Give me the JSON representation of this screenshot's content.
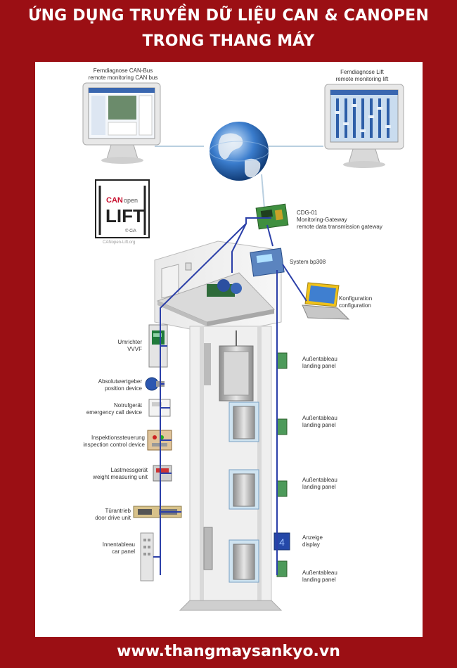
{
  "header": {
    "line1": "ỨNG DỤNG TRUYỀN DỮ LIỆU CAN & CANOPEN",
    "line2": "TRONG THANG MÁY"
  },
  "footer": {
    "url": "www.thangmaysankyo.vn"
  },
  "logo": {
    "can": "CAN",
    "open": "open",
    "lift": "LIFT",
    "badge": "© CiA",
    "site": "CANopen-Lift.org"
  },
  "display_digit": "4",
  "labels": {
    "monitor_left": [
      "Ferndiagnose CAN-Bus",
      "remote monitoring CAN bus"
    ],
    "monitor_right": [
      "Ferndiagnose Lift",
      "remote monitoring lift"
    ],
    "gateway": [
      "CDG-01",
      "Monitoring-Gateway",
      "remote data transmission gateway"
    ],
    "system": [
      "System bp308"
    ],
    "config": [
      "Konfiguration",
      "configuration"
    ],
    "vvvf": [
      "Umrichter",
      "VVVF"
    ],
    "position": [
      "Absolutwertgeber",
      "position device"
    ],
    "emergency": [
      "Notrufgerät",
      "emergency call device"
    ],
    "inspection": [
      "Inspektionssteuerung",
      "inspection control device"
    ],
    "weight": [
      "Lastmessgerät",
      "weight measuring unit"
    ],
    "door": [
      "Türantrieb",
      "door drive unit"
    ],
    "car_panel": [
      "Innentableau",
      "car panel"
    ],
    "landing1": [
      "Außentableau",
      "landing panel"
    ],
    "landing2": [
      "Außentableau",
      "landing panel"
    ],
    "landing3": [
      "Außentableau",
      "landing panel"
    ],
    "display": [
      "Anzeige",
      "display"
    ],
    "landing4": [
      "Außentableau",
      "landing panel"
    ]
  },
  "colors": {
    "background": "#9b0f14",
    "bus": "#2b3fa8",
    "glass": "#cfe3f0"
  }
}
